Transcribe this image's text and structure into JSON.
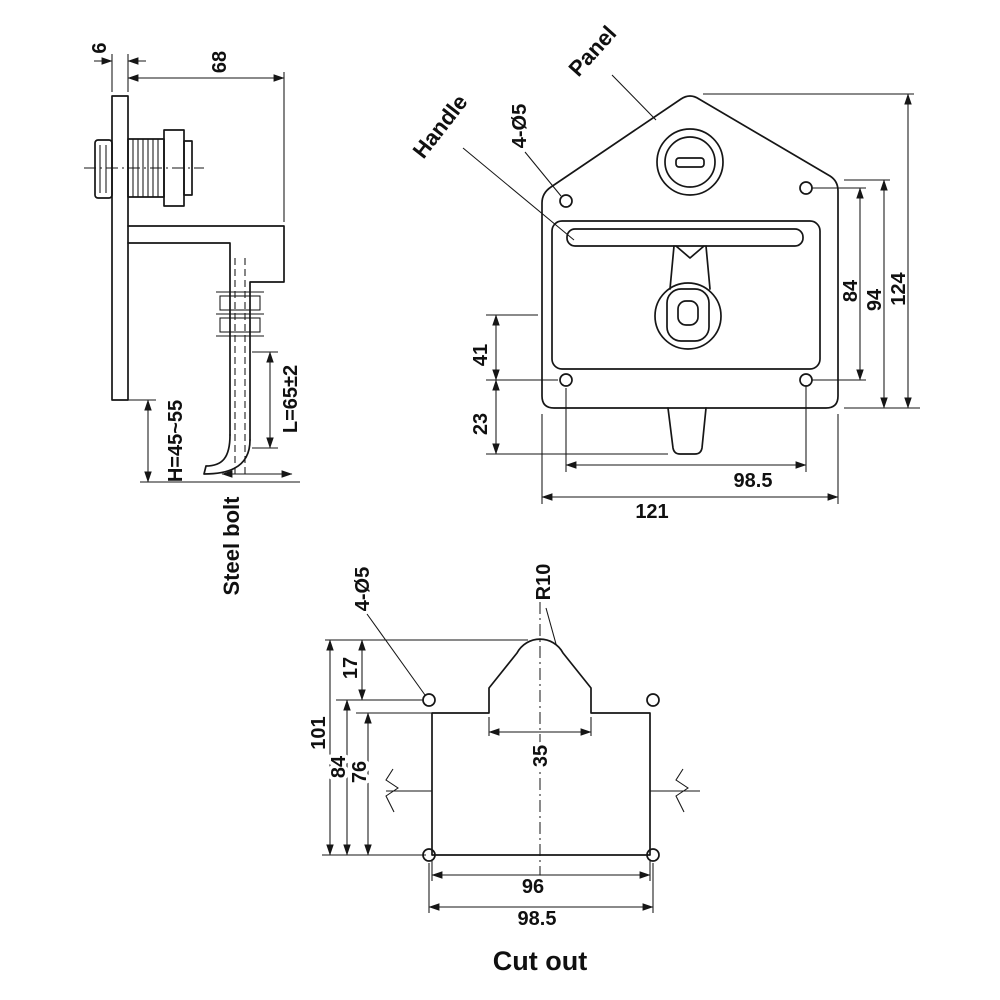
{
  "drawing": {
    "caption": "Cut out",
    "side_view": {
      "dim_thickness": "6",
      "dim_width": "68",
      "dim_grip": "H=45~55",
      "dim_bolt_length": "L=65±2",
      "label_steel_bolt": "Steel bolt"
    },
    "front_view": {
      "label_handle": "Handle",
      "label_panel": "Panel",
      "label_holes": "4-Ø5",
      "dim_recess": "41",
      "dim_tab": "23",
      "dim_hole_spacing_v": "84",
      "dim_body_height": "94",
      "dim_total_height": "124",
      "dim_hole_spacing_h": "98.5",
      "dim_width": "121"
    },
    "cutout_view": {
      "label_holes": "4-Ø5",
      "label_radius": "R10",
      "dim_bump": "17",
      "dim_total_height": "101",
      "dim_hole_spacing_v": "84",
      "dim_rect_height": "76",
      "dim_bump_width": "35",
      "dim_rect_width": "96",
      "dim_hole_spacing_h": "98.5"
    }
  }
}
